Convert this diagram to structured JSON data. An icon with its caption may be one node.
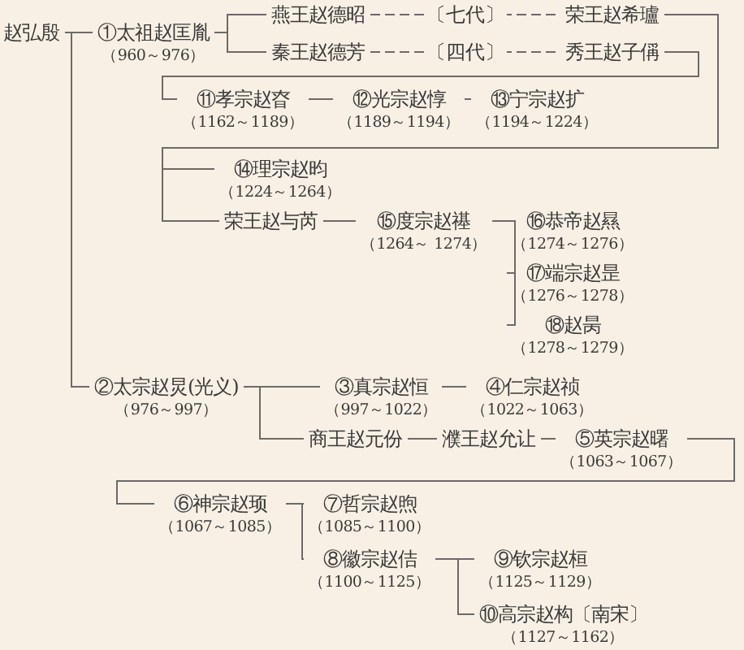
{
  "diagram": {
    "nodes": [
      {
        "text": [
          "赵弘殷"
        ]
      },
      {
        "text": [
          "①太祖赵匡胤",
          "（960～976）"
        ]
      },
      {
        "text": [
          "燕王赵德昭"
        ]
      },
      {
        "text": [
          "荣王赵希瓐"
        ]
      },
      {
        "text": [
          "秦王赵德芳"
        ]
      },
      {
        "text": [
          "秀王赵子偁"
        ]
      },
      {
        "text": [
          "⑪孝宗赵昚",
          "（1162～1189）"
        ]
      },
      {
        "text": [
          "⑫光宗赵惇",
          "（1189～1194）"
        ]
      },
      {
        "text": [
          "⑬宁宗赵扩",
          "（1194～1224）"
        ]
      },
      {
        "text": [
          "⑭理宗赵昀",
          "（1224～1264）"
        ]
      },
      {
        "text": [
          "荣王赵与芮"
        ]
      },
      {
        "text": [
          "⑮度宗赵禥",
          "（1264～ 1274）"
        ]
      },
      {
        "text": [
          "⑯恭帝赵㬎",
          "（1274～1276）"
        ]
      },
      {
        "text": [
          "⑰端宗赵昰",
          "（1276～1278）"
        ]
      },
      {
        "text": [
          "⑱赵昺",
          "（1278～1279）"
        ]
      },
      {
        "text": [
          "②太宗赵炅(光义)",
          "（976～997）"
        ]
      },
      {
        "text": [
          "③真宗赵恒",
          "（997～1022）"
        ]
      },
      {
        "text": [
          "④仁宗赵祯",
          "（1022～1063）"
        ]
      },
      {
        "text": [
          "商王赵元份"
        ]
      },
      {
        "text": [
          "濮王赵允让"
        ]
      },
      {
        "text": [
          "⑤英宗赵曙",
          "（1063～1067）"
        ]
      },
      {
        "text": [
          "⑥神宗赵顼",
          "（1067～1085）"
        ]
      },
      {
        "text": [
          "⑦哲宗赵煦",
          "（1085～1100）"
        ]
      },
      {
        "text": [
          "⑧徽宗赵佶",
          "（1100～1125）"
        ]
      },
      {
        "text": [
          "⑨钦宗赵桓",
          "（1125～1129）"
        ]
      },
      {
        "text": [
          "⑩高宗赵构〔南宋〕",
          "（1127～1162）"
        ]
      }
    ],
    "edges": [
      {
        "from": 0,
        "to": 1,
        "arrow": "none"
      },
      {
        "from": 0,
        "to": 15,
        "arrow": "none"
      },
      {
        "from": 1,
        "to": 2,
        "arrow": "none"
      },
      {
        "from": 1,
        "to": 4,
        "arrow": "none"
      },
      {
        "from": 2,
        "to": 3,
        "arrow": "none",
        "label": "〔七代〕",
        "style": "dashed"
      },
      {
        "from": 4,
        "to": 5,
        "arrow": "none",
        "label": "〔四代〕",
        "style": "dashed"
      },
      {
        "from": 5,
        "to": 6,
        "arrow": "none"
      },
      {
        "from": 6,
        "to": 7,
        "arrow": "none"
      },
      {
        "from": 7,
        "to": 8,
        "arrow": "none"
      },
      {
        "from": 3,
        "to": 9,
        "arrow": "none"
      },
      {
        "from": 3,
        "to": 10,
        "arrow": "none"
      },
      {
        "from": 10,
        "to": 11,
        "arrow": "none"
      },
      {
        "from": 11,
        "to": 12,
        "arrow": "none"
      },
      {
        "from": 11,
        "to": 13,
        "arrow": "none"
      },
      {
        "from": 11,
        "to": 14,
        "arrow": "none"
      },
      {
        "from": 15,
        "to": 16,
        "arrow": "none"
      },
      {
        "from": 15,
        "to": 18,
        "arrow": "none"
      },
      {
        "from": 16,
        "to": 17,
        "arrow": "none"
      },
      {
        "from": 18,
        "to": 19,
        "arrow": "none"
      },
      {
        "from": 19,
        "to": 20,
        "arrow": "none"
      },
      {
        "from": 20,
        "to": 21,
        "arrow": "none"
      },
      {
        "from": 21,
        "to": 22,
        "arrow": "none"
      },
      {
        "from": 21,
        "to": 23,
        "arrow": "none"
      },
      {
        "from": 23,
        "to": 24,
        "arrow": "none"
      },
      {
        "from": 23,
        "to": 25,
        "arrow": "none"
      }
    ]
  }
}
